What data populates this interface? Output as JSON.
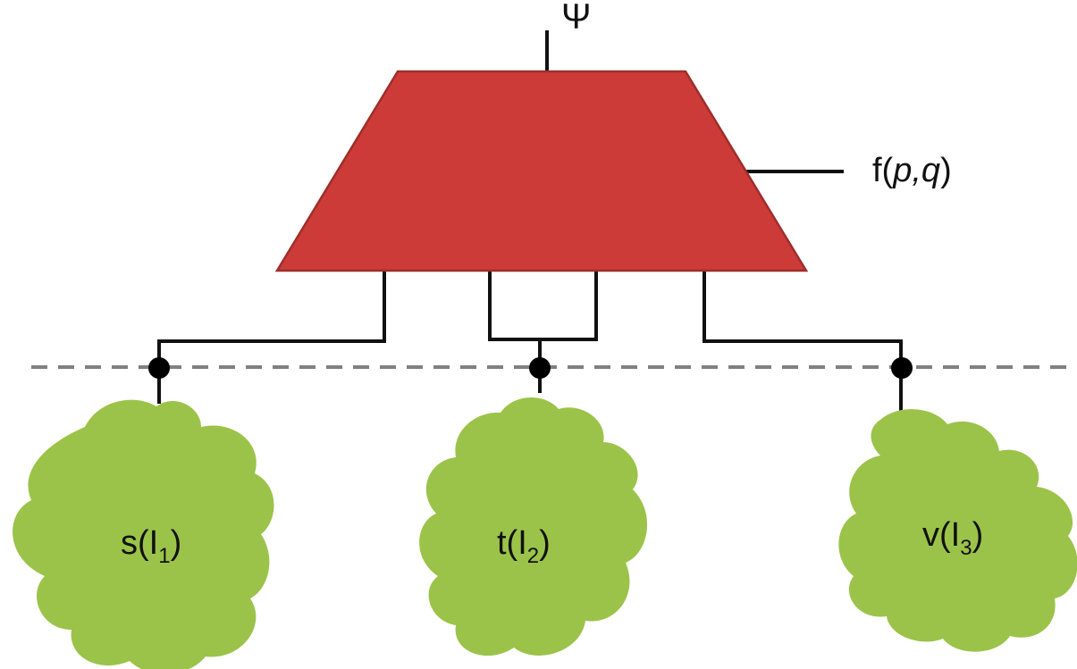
{
  "diagram": {
    "labels": {
      "output": "Ψ",
      "function_name": "f(",
      "function_arg_p": "p",
      "function_comma": ",",
      "function_arg_q": "q",
      "function_close": ")"
    },
    "clouds": [
      {
        "name": "s",
        "prefix": "s(I",
        "subscript": "1",
        "suffix": ")"
      },
      {
        "name": "t",
        "prefix": "t(I",
        "subscript": "2",
        "suffix": ")"
      },
      {
        "name": "v",
        "prefix": "v(I",
        "subscript": "3",
        "suffix": ")"
      }
    ],
    "colors": {
      "block_fill": "#CC3B38",
      "block_stroke": "#9E2E2B",
      "cloud_fill": "#9BC34A",
      "wire": "#111111",
      "dashed_line": "#808080",
      "node": "#000000"
    }
  }
}
